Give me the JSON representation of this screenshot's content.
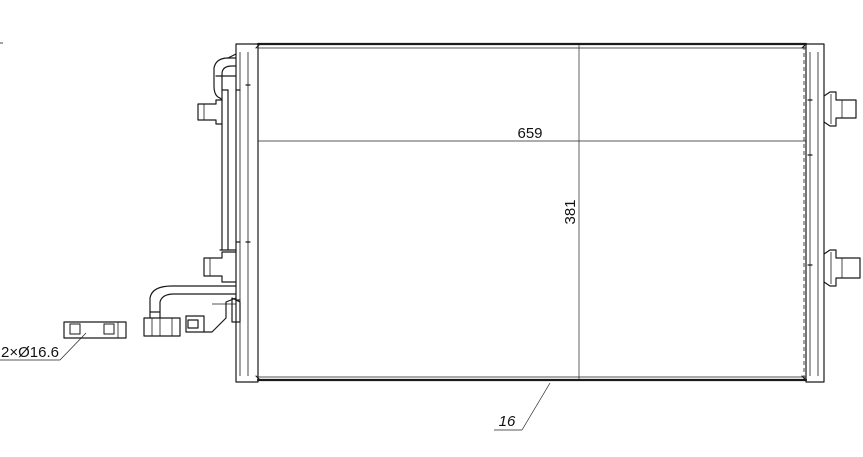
{
  "drawing": {
    "width_dimension": "659",
    "height_dimension": "381",
    "core_depth_label": "16",
    "fitting_label": "2×Ø16.6"
  }
}
